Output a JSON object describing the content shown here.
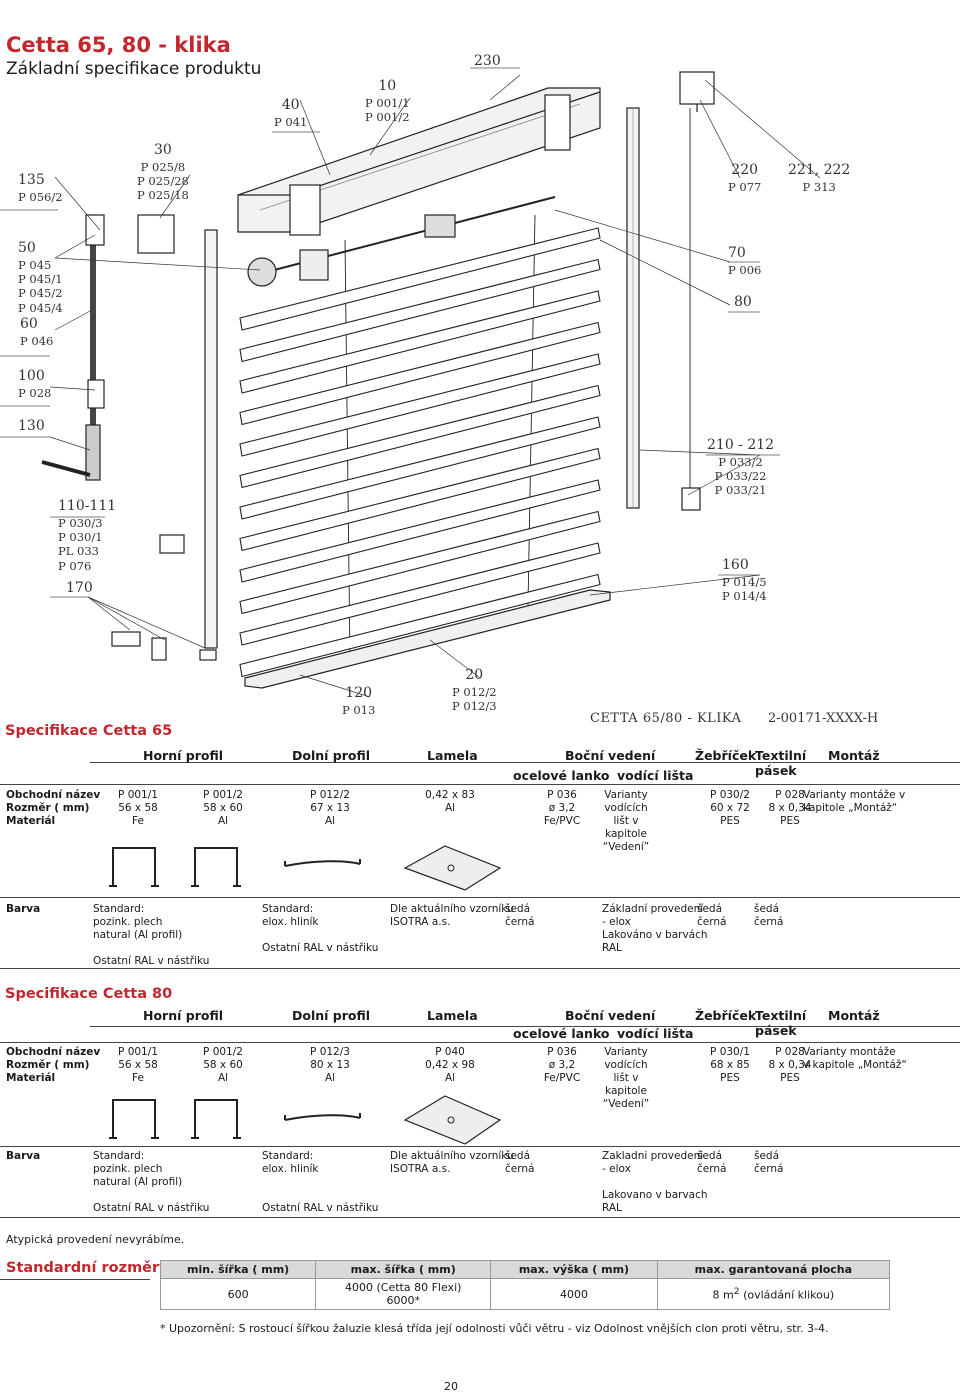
{
  "header": {
    "title": "Cetta 65, 80 - klika",
    "subtitle": "Základní specifikace produktu"
  },
  "diagram_labels": [
    {
      "id": "l135",
      "num": "135",
      "codes": [
        "P 056/2"
      ]
    },
    {
      "id": "l30",
      "num": "30",
      "codes": [
        "P 025/8",
        "P 025/28",
        "P 025/18"
      ]
    },
    {
      "id": "l40",
      "num": "40",
      "codes": [
        "P 041"
      ]
    },
    {
      "id": "l10",
      "num": "10",
      "codes": [
        "P 001/1",
        "P 001/2"
      ]
    },
    {
      "id": "l230",
      "num": "230",
      "codes": []
    },
    {
      "id": "l220",
      "num": "220",
      "codes": [
        "P 077"
      ]
    },
    {
      "id": "l221",
      "num": "221, 222",
      "codes": [
        "P 313"
      ]
    },
    {
      "id": "l50",
      "num": "50",
      "codes": [
        "P 045",
        "P 045/1",
        "P 045/2",
        "P 045/4"
      ]
    },
    {
      "id": "l60",
      "num": "60",
      "codes": [
        "P 046"
      ]
    },
    {
      "id": "l70",
      "num": "70",
      "codes": [
        "P 006"
      ]
    },
    {
      "id": "l80",
      "num": "80",
      "codes": []
    },
    {
      "id": "l100",
      "num": "100",
      "codes": [
        "P 028"
      ]
    },
    {
      "id": "l130",
      "num": "130",
      "codes": []
    },
    {
      "id": "l210",
      "num": "210 - 212",
      "codes": [
        "P 033/2",
        "P 033/22",
        "P 033/21"
      ]
    },
    {
      "id": "l110",
      "num": "110-111",
      "codes": [
        "P 030/3",
        "P 030/1",
        "PL 033",
        "P 076"
      ]
    },
    {
      "id": "l170",
      "num": "170",
      "codes": []
    },
    {
      "id": "l160",
      "num": "160",
      "codes": [
        "P 014/5",
        "P 014/4"
      ]
    },
    {
      "id": "l120",
      "num": "120",
      "codes": [
        "P 013"
      ]
    },
    {
      "id": "l20",
      "num": "20",
      "codes": [
        "P 012/2",
        "P 012/3"
      ]
    }
  ],
  "model_label": "CETTA 65/80 - KLIKA",
  "model_code": "2-00171-XXXX-H",
  "spec65": {
    "title": "Specifikace Cetta 65",
    "headers": {
      "horni": "Horní profil",
      "dolni": "Dolní profil",
      "lamela": "Lamela",
      "bocni": "Boční vedení",
      "lanko": "ocelové lanko",
      "lista": "vodící lišta",
      "zebricek": "Žebříček",
      "pasek1": "Textilní",
      "pasek2": "pásek",
      "montaz": "Montáž"
    },
    "row_labels": [
      "Obchodní název",
      "Rozměr ( mm)",
      "Materiál"
    ],
    "cols": [
      [
        "P 001/1",
        "56 x 58",
        "Fe"
      ],
      [
        "P 001/2",
        "58 x 60",
        "Al"
      ],
      [
        "P 012/2",
        "67 x 13",
        "Al"
      ],
      [
        "0,42 x 83",
        "Al",
        ""
      ],
      [
        "P 036",
        "ø 3,2",
        "Fe/PVC"
      ],
      [
        "Varianty vodících",
        "lišt v kapitole",
        "“Vedení”"
      ],
      [
        "P 030/2",
        "60 x 72",
        "PES"
      ],
      [
        "P 028",
        "8 x 0,34",
        "PES"
      ],
      [
        "Varianty montáže v",
        "kapitole „Montáž“",
        ""
      ]
    ],
    "barva_label": "Barva",
    "barva": [
      [
        "Standard:",
        "pozink. plech",
        "natural (Al profil)",
        "",
        "Ostatní RAL v nástřiku"
      ],
      [
        "Standard:",
        "elox. hliník",
        "",
        "Ostatní RAL v nástřiku"
      ],
      [
        "Dle aktuálního vzorníku",
        "ISOTRA a.s."
      ],
      [
        "šedá",
        "černá"
      ],
      [
        "Základní provedení",
        "- elox",
        "Lakováno v barvách",
        "RAL"
      ],
      [
        "šedá",
        "černá"
      ],
      [
        "šedá",
        "černá"
      ]
    ]
  },
  "spec80": {
    "title": "Specifikace Cetta 80",
    "headers": {
      "horni": "Horní profil",
      "dolni": "Dolní profil",
      "lamela": "Lamela",
      "bocni": "Boční vedení",
      "lanko": "ocelové lanko",
      "lista": "vodící lišta",
      "zebricek": "Žebříček",
      "pasek1": "Textilní",
      "pasek2": "pásek",
      "montaz": "Montáž"
    },
    "row_labels": [
      "Obchodní název",
      "Rozměr ( mm)",
      "Materiál"
    ],
    "cols": [
      [
        "P 001/1",
        "56 x 58",
        "Fe"
      ],
      [
        "P 001/2",
        "58 x 60",
        "Al"
      ],
      [
        "P 012/3",
        "80 x 13",
        "Al"
      ],
      [
        "P 040",
        "0,42 x 98",
        "Al"
      ],
      [
        "P 036",
        "ø 3,2",
        "Fe/PVC"
      ],
      [
        "Varianty vodících",
        "lišt v kapitole",
        "“Vedení”"
      ],
      [
        "P 030/1",
        "68 x 85",
        "PES"
      ],
      [
        "P 028",
        "8 x 0,34",
        "PES"
      ],
      [
        "Varianty montáže",
        "v kapitole „Montáž“",
        ""
      ]
    ],
    "barva_label": "Barva",
    "barva": [
      [
        "Standard:",
        "pozink. plech",
        "natural (Al profil)",
        "",
        "Ostatní RAL v nástřiku"
      ],
      [
        "Standard:",
        "elox. hliník",
        "",
        "",
        "Ostatní RAL v nástřiku"
      ],
      [
        "Dle aktuálního vzorníku",
        "ISOTRA a.s."
      ],
      [
        "šedá",
        "černá"
      ],
      [
        "Zakladni provedeni",
        "- elox",
        "",
        "Lakovano v barvach",
        "RAL"
      ],
      [
        "šedá",
        "černá"
      ],
      [
        "šedá",
        "černá"
      ]
    ]
  },
  "note_atypical": "Atypická provedení nevyrábíme.",
  "dims": {
    "title": "Standardní rozměry",
    "headers": [
      "min. šířka ( mm)",
      "max. šířka ( mm)",
      "max. výška ( mm)",
      "max. garantovaná plocha"
    ],
    "min_width": "600",
    "max_width_1": "4000 (Cetta 80 Flexi)",
    "max_width_2": "6000*",
    "max_height": "4000",
    "max_area_a": "8 m",
    "max_area_sup": "2",
    "max_area_b": " (ovládání klikou)"
  },
  "footnote": "* Upozornění: S rostoucí šířkou žaluzie klesá třída její odolnosti vůči větru - viz Odolnost vnějších clon proti větru, str. 3-4.",
  "page_number": "20"
}
